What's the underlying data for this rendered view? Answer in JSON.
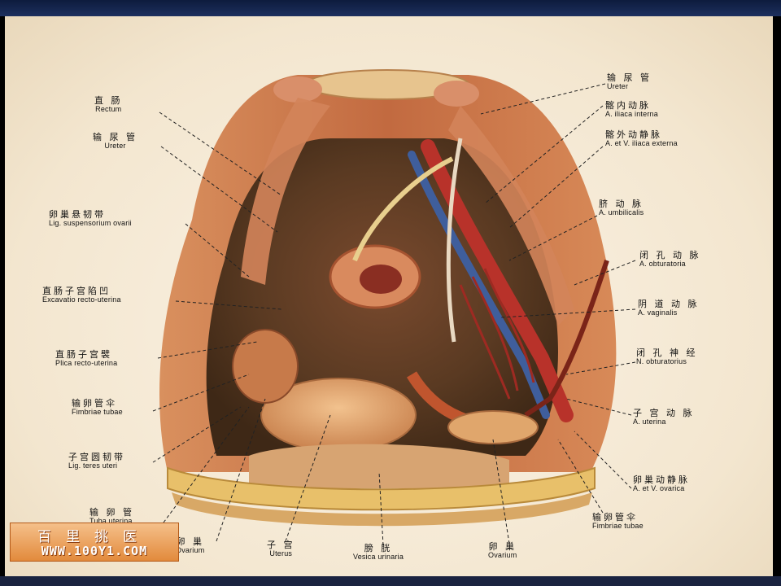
{
  "labels": {
    "rectum": {
      "zh": "直  肠",
      "la": "Rectum"
    },
    "ureter_left": {
      "zh": "输 尿 管",
      "la": "Ureter"
    },
    "lig_suspensorium": {
      "zh": "卵巢悬韧带",
      "la": "Lig. suspensorium ovarii"
    },
    "excavatio": {
      "zh": "直肠子宫陷凹",
      "la": "Excavatio recto-uterina"
    },
    "plica": {
      "zh": "直肠子宫襞",
      "la": "Plica recto-uterina"
    },
    "fimbriae_left": {
      "zh": "输卵管伞",
      "la": "Fimbriae tubae"
    },
    "lig_teres": {
      "zh": "子宫圆韧带",
      "la": "Lig. teres uteri"
    },
    "tuba": {
      "zh": "输 卵 管",
      "la": "Tuba uterina"
    },
    "ovarium_left": {
      "zh": "卵  巢",
      "la": "Ovarium"
    },
    "uterus": {
      "zh": "子  宫",
      "la": "Uterus"
    },
    "vesica": {
      "zh": "膀  胱",
      "la": "Vesica urinaria"
    },
    "ovarium_right": {
      "zh": "卵  巢",
      "la": "Ovarium"
    },
    "fimbriae_right": {
      "zh": "输卵管伞",
      "la": "Fimbriae tubae"
    },
    "a_ovarica": {
      "zh": "卵巢动静脉",
      "la": "A. et V. ovarica"
    },
    "a_uterina": {
      "zh": "子 宫 动 脉",
      "la": "A. uterina"
    },
    "n_obturatorius": {
      "zh": "闭 孔 神 经",
      "la": "N. obturatorius"
    },
    "a_vaginalis": {
      "zh": "阴 道 动 脉",
      "la": "A. vaginalis"
    },
    "a_obturatoria": {
      "zh": "闭 孔 动 脉",
      "la": "A. obturatoria"
    },
    "a_umbilicalis": {
      "zh": "脐  动  脉",
      "la": "A. umbilicalis"
    },
    "a_iliaca_ext": {
      "zh": "髂外动静脉",
      "la": "A. et V. iliaca externa"
    },
    "a_iliaca_int": {
      "zh": "髂内动脉",
      "la": "A. iliaca interna"
    },
    "ureter_right": {
      "zh": "输 尿 管",
      "la": "Ureter"
    }
  },
  "watermark": {
    "line1": "百里挑医",
    "line2": "WWW.100Y1.COM"
  },
  "colors": {
    "muscle": "#c8704a",
    "artery": "#b8322a",
    "vein": "#3f5e9c",
    "plate": "#f5ead6"
  }
}
